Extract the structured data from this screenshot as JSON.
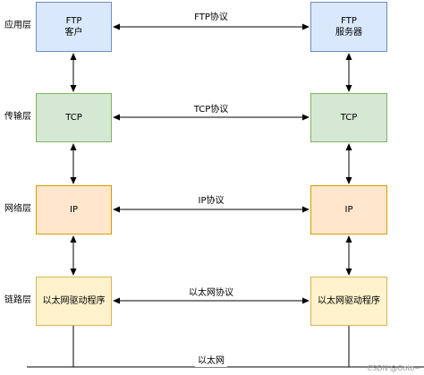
{
  "layers": [
    {
      "label": "应用层",
      "left_box": [
        "FTP",
        "客户"
      ],
      "right_box": [
        "FTP",
        "服务器"
      ],
      "protocol": "FTP协议"
    },
    {
      "label": "传输层",
      "left_box": [
        "TCP"
      ],
      "right_box": [
        "TCP"
      ],
      "protocol": "TCP协议"
    },
    {
      "label": "网络层",
      "left_box": [
        "IP"
      ],
      "right_box": [
        "IP"
      ],
      "protocol": "IP协议"
    },
    {
      "label": "链路层",
      "left_box": [
        "以太网驱动程序"
      ],
      "right_box": [
        "以太网驱动程序"
      ],
      "protocol": "以太网协议"
    }
  ],
  "network_label": "以太网",
  "watermark": "CSDN @Ooto~",
  "colors": {
    "application_fill": "#dae8fc",
    "application_border": "#6c8ebf",
    "transport_fill": "#d5e8d4",
    "transport_border": "#82b366",
    "network_fill": "#ffe6cc",
    "network_border": "#d79b00",
    "link_fill": "#fff2cc",
    "link_border": "#d6b656"
  }
}
